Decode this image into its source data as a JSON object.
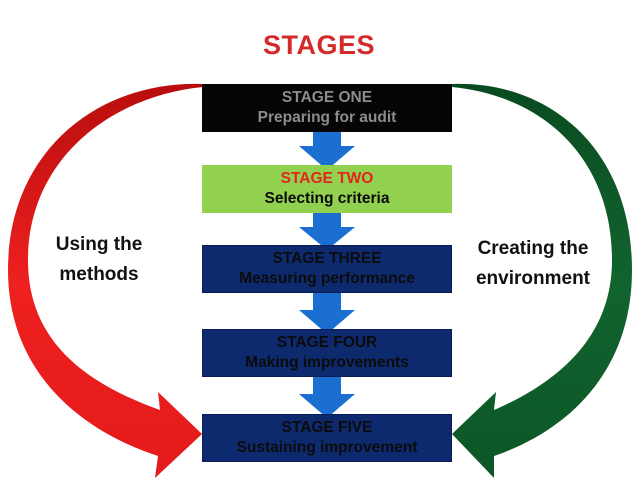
{
  "title": "STAGES",
  "colors": {
    "title": "#d42a2a",
    "red_arrow": "#e31b1b",
    "green_arrow": "#0f5c2a",
    "blue_arrow": "#1a6fd1",
    "stage_one_fill": "#050505",
    "stage_two_fill": "#92d050",
    "stage_fill": "#0e2a6e"
  },
  "stages": [
    {
      "line1": "STAGE ONE",
      "line2": "Preparing for audit"
    },
    {
      "line1": "STAGE TWO",
      "line2": "Selecting criteria"
    },
    {
      "line1": "STAGE THREE",
      "line2": "Measuring performance"
    },
    {
      "line1": "STAGE FOUR",
      "line2": "Making improvements"
    },
    {
      "line1": "STAGE FIVE",
      "line2": "Sustaining improvement"
    }
  ],
  "left_arrow": {
    "line1": "Using the",
    "line2": "methods"
  },
  "right_arrow": {
    "line1": "Creating the",
    "line2": "environment"
  }
}
